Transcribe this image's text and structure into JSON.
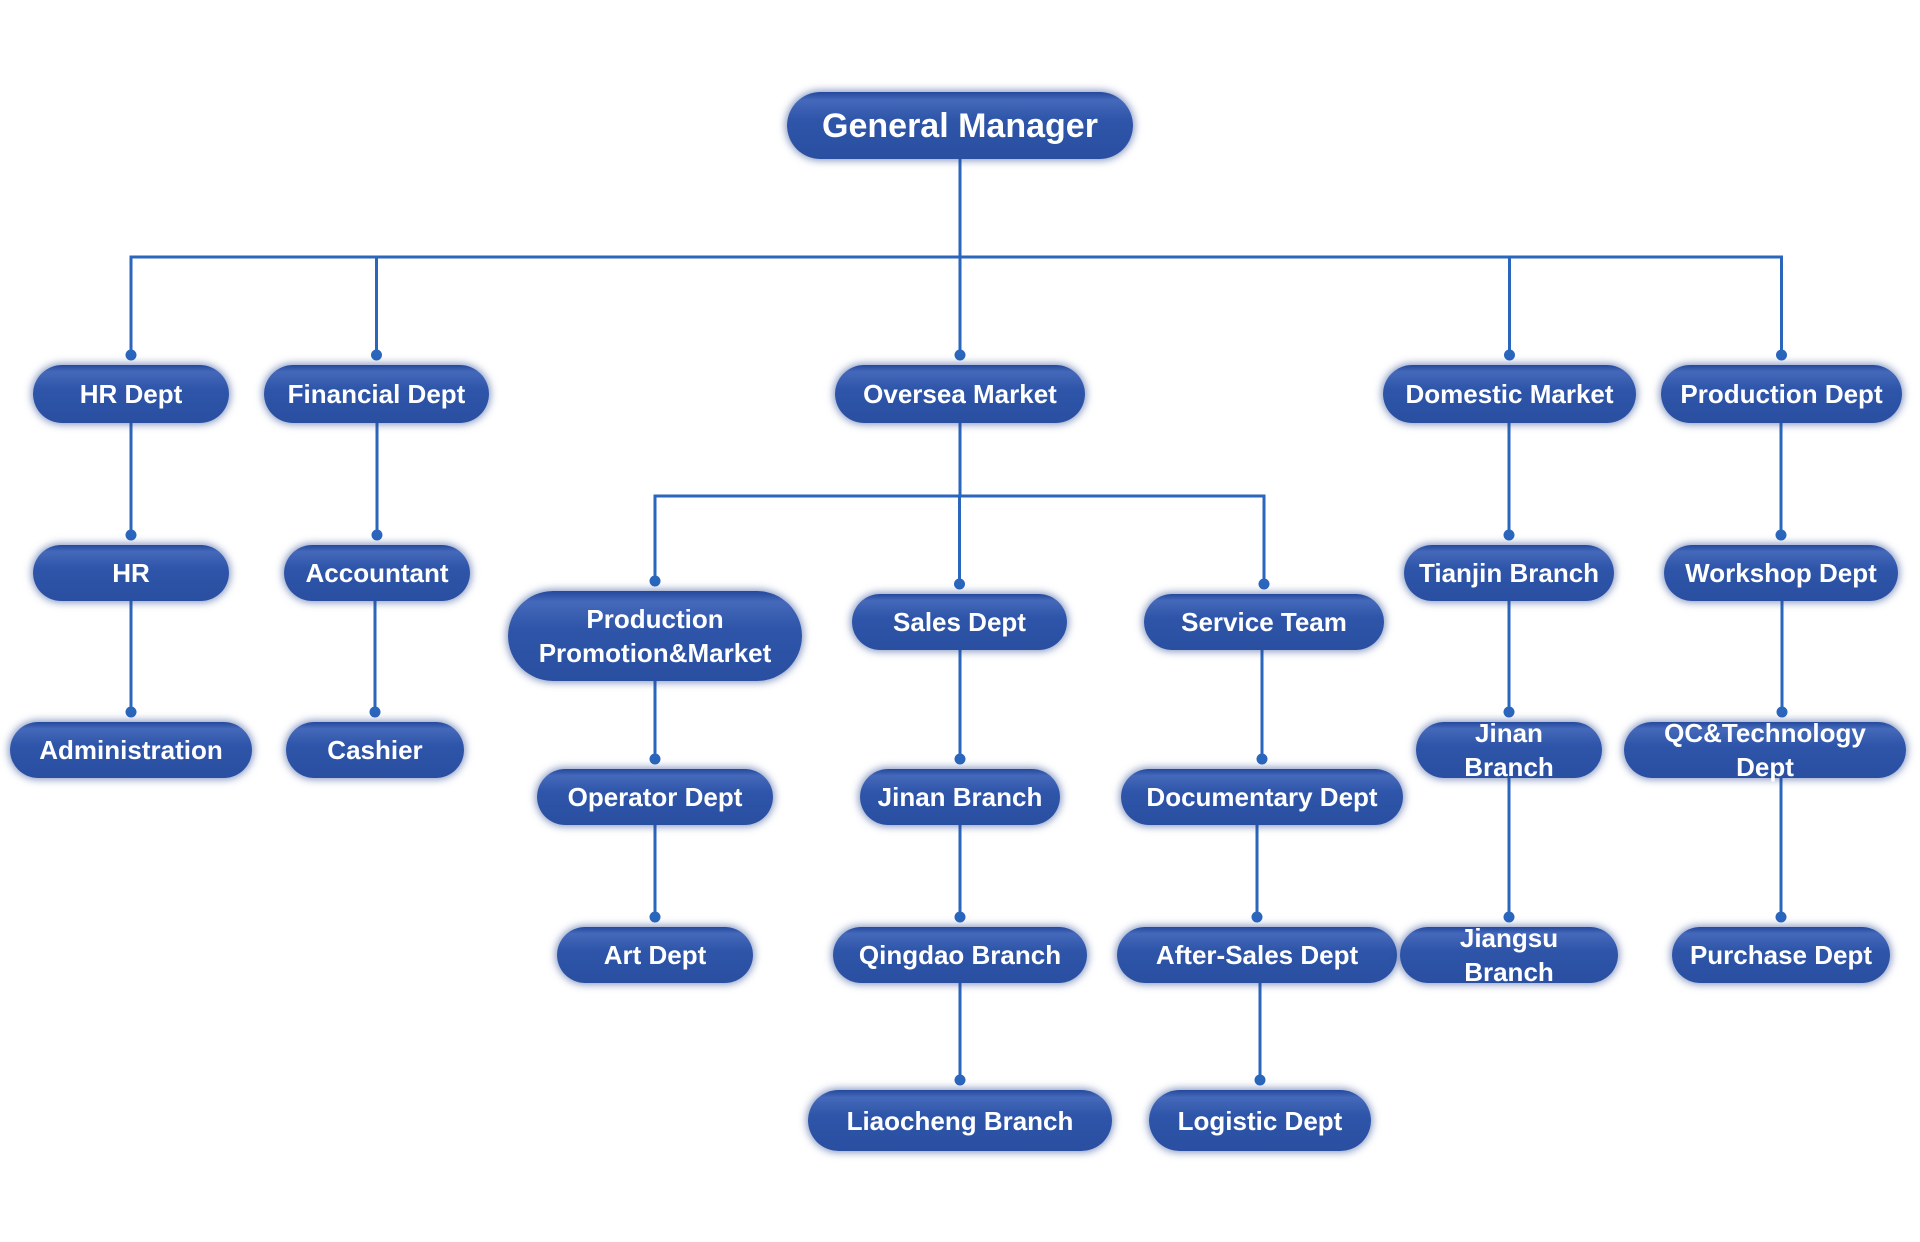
{
  "colors": {
    "node_blue": "#2d53a7",
    "node_blue_light": "#4569ba",
    "node_blue_dark": "#24489c",
    "connector_blue": "#2b66bd",
    "text_white": "#ffffff",
    "background": "#ffffff"
  },
  "nodes": [
    {
      "id": "general-manager",
      "label": "General Manager"
    },
    {
      "id": "hr-dept",
      "label": "HR Dept"
    },
    {
      "id": "financial-dept",
      "label": "Financial Dept"
    },
    {
      "id": "oversea-market",
      "label": "Oversea Market"
    },
    {
      "id": "domestic-market",
      "label": "Domestic Market"
    },
    {
      "id": "production-dept",
      "label": "Production Dept"
    },
    {
      "id": "hr",
      "label": "HR"
    },
    {
      "id": "accountant",
      "label": "Accountant"
    },
    {
      "id": "administration",
      "label": "Administration"
    },
    {
      "id": "cashier",
      "label": "Cashier"
    },
    {
      "id": "production-promotion-market",
      "label": "Production Promotion&Market"
    },
    {
      "id": "sales-dept",
      "label": "Sales Dept"
    },
    {
      "id": "service-team",
      "label": "Service Team"
    },
    {
      "id": "operator-dept",
      "label": "Operator Dept"
    },
    {
      "id": "art-dept",
      "label": "Art Dept"
    },
    {
      "id": "jinan-branch-oversea",
      "label": "Jinan Branch"
    },
    {
      "id": "qingdao-branch",
      "label": "Qingdao Branch"
    },
    {
      "id": "liaocheng-branch",
      "label": "Liaocheng Branch"
    },
    {
      "id": "documentary-dept",
      "label": "Documentary Dept"
    },
    {
      "id": "after-sales-dept",
      "label": "After-Sales Dept"
    },
    {
      "id": "logistic-dept",
      "label": "Logistic Dept"
    },
    {
      "id": "tianjin-branch",
      "label": "Tianjin Branch"
    },
    {
      "id": "jinan-branch-domestic",
      "label": "Jinan Branch"
    },
    {
      "id": "jiangsu-branch",
      "label": "Jiangsu Branch"
    },
    {
      "id": "workshop-dept",
      "label": "Workshop Dept"
    },
    {
      "id": "qc-technology-dept",
      "label": "QC&Technology Dept"
    },
    {
      "id": "purchase-dept",
      "label": "Purchase Dept"
    }
  ],
  "edges": [
    {
      "from": "general-manager",
      "to": "hr-dept"
    },
    {
      "from": "general-manager",
      "to": "financial-dept"
    },
    {
      "from": "general-manager",
      "to": "oversea-market"
    },
    {
      "from": "general-manager",
      "to": "domestic-market"
    },
    {
      "from": "general-manager",
      "to": "production-dept"
    },
    {
      "from": "hr-dept",
      "to": "hr"
    },
    {
      "from": "hr",
      "to": "administration"
    },
    {
      "from": "financial-dept",
      "to": "accountant"
    },
    {
      "from": "accountant",
      "to": "cashier"
    },
    {
      "from": "oversea-market",
      "to": "production-promotion-market"
    },
    {
      "from": "oversea-market",
      "to": "sales-dept"
    },
    {
      "from": "oversea-market",
      "to": "service-team"
    },
    {
      "from": "production-promotion-market",
      "to": "operator-dept"
    },
    {
      "from": "operator-dept",
      "to": "art-dept"
    },
    {
      "from": "sales-dept",
      "to": "jinan-branch-oversea"
    },
    {
      "from": "jinan-branch-oversea",
      "to": "qingdao-branch"
    },
    {
      "from": "qingdao-branch",
      "to": "liaocheng-branch"
    },
    {
      "from": "service-team",
      "to": "documentary-dept"
    },
    {
      "from": "documentary-dept",
      "to": "after-sales-dept"
    },
    {
      "from": "after-sales-dept",
      "to": "logistic-dept"
    },
    {
      "from": "domestic-market",
      "to": "tianjin-branch"
    },
    {
      "from": "tianjin-branch",
      "to": "jinan-branch-domestic"
    },
    {
      "from": "jinan-branch-domestic",
      "to": "jiangsu-branch"
    },
    {
      "from": "production-dept",
      "to": "workshop-dept"
    },
    {
      "from": "workshop-dept",
      "to": "qc-technology-dept"
    },
    {
      "from": "qc-technology-dept",
      "to": "purchase-dept"
    }
  ]
}
